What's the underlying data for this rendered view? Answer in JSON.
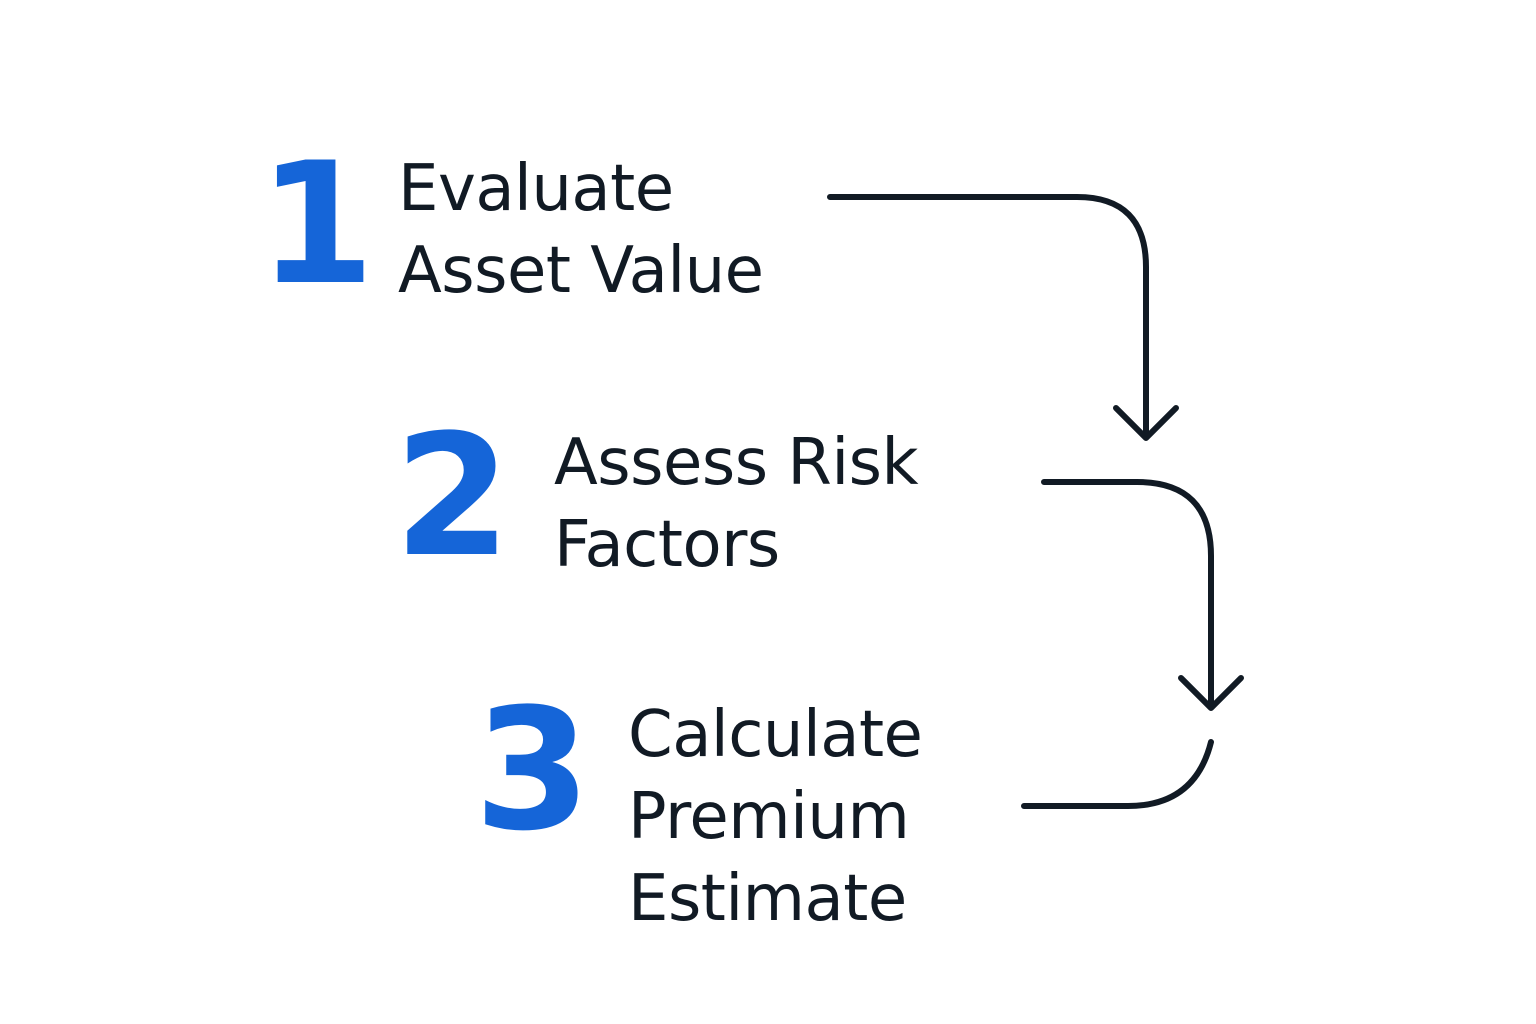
{
  "colors": {
    "number": "#1565d8",
    "text": "#111a24",
    "arrow": "#111a24",
    "background": "#ffffff"
  },
  "steps": [
    {
      "number": "1",
      "lines": [
        "Evaluate",
        "Asset Value"
      ]
    },
    {
      "number": "2",
      "lines": [
        "Assess Risk",
        "Factors"
      ]
    },
    {
      "number": "3",
      "lines": [
        "Calculate",
        "Premium",
        "Estimate"
      ]
    }
  ],
  "connectors": [
    {
      "from": "1",
      "to": "2",
      "icon": "curved-down-arrow"
    },
    {
      "from": "2",
      "to": "3",
      "icon": "curved-down-arrow"
    },
    {
      "from": "3",
      "icon": "return-curve"
    }
  ]
}
